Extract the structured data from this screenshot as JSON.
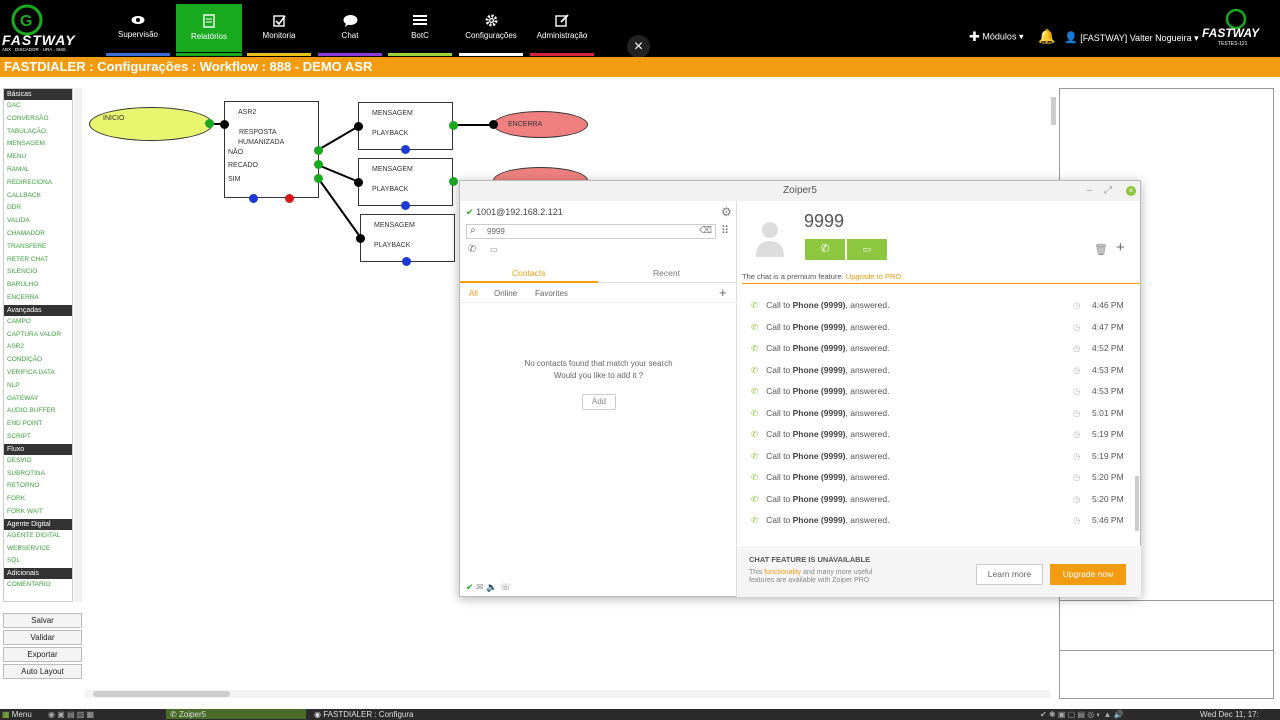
{
  "brand": {
    "logo_text": "FASTWAY",
    "tagline": "ABX · DISCADOR · URA · SMS",
    "right_logo": "FASTWAY",
    "right_tagline": "TESTES-121"
  },
  "nav": [
    {
      "label": "Supervisão",
      "icon": "eye-icon",
      "bar": "#3b6fd6"
    },
    {
      "label": "Relatórios",
      "icon": "document-icon",
      "bar": "#19a91f"
    },
    {
      "label": "Monitoria",
      "icon": "checkbox-icon",
      "bar": "#e8c21a"
    },
    {
      "label": "Chat",
      "icon": "chat-bubble-icon",
      "bar": "#8a3ad6"
    },
    {
      "label": "BotC",
      "icon": "list-icon",
      "bar": "#9ad63a"
    },
    {
      "label": "Configurações",
      "icon": "gear-icon",
      "bar": "#ffffff"
    },
    {
      "label": "Administração",
      "icon": "edit-icon",
      "bar": "#d6253a"
    }
  ],
  "header": {
    "modules": "Módulos",
    "user": "[FASTWAY] Valter Nogueira"
  },
  "page_title": "FASTDIALER : Configurações : Workflow : 888 - DEMO ASR",
  "palette": [
    {
      "group": "Básicas",
      "items": [
        "DAC",
        "CONVERSÃO",
        "TABULAÇÃO",
        "MENSAGEM",
        "MENU",
        "RAMAL",
        "REDIRECIONA",
        "CALLBACK",
        "DDR",
        "VALIDA",
        "CHAMADOR",
        "TRANSFERE",
        "RETER CHAT",
        "SILENCIO",
        "BARULHO",
        "ENCERRA"
      ]
    },
    {
      "group": "Avançadas",
      "items": [
        "CAMPO",
        "CAPTURA VALOR",
        "ASR2",
        "CONDIÇÃO",
        "VERIFICA DATA",
        "NLP",
        "GATEWAY",
        "AUDIO BUFFER",
        "END POINT",
        "SCRIPT"
      ]
    },
    {
      "group": "Fluxo",
      "items": [
        "DESVIO",
        "SUBROTINA",
        "RETORNO",
        "FORK",
        "FORK WAIT"
      ]
    },
    {
      "group": "Agente Digital",
      "items": [
        "AGENTE DIGITAL",
        "WEBSERVICE",
        "SQL"
      ]
    },
    {
      "group": "Adicionais",
      "items": [
        "COMENTARIO"
      ]
    }
  ],
  "actions": [
    "Salvar",
    "Validar",
    "Exportar",
    "Auto Layout"
  ],
  "workflow": {
    "inicio": "INICIO",
    "asr": {
      "title": "ASR2",
      "subtitle1": "RESPOSTA",
      "subtitle2": "HUMANIZADA",
      "out1": "NÃO",
      "out2": "RECADO",
      "out3": "SIM"
    },
    "msg_title": "MENSAGEM",
    "msg_sub": "PLAYBACK",
    "encerra": "ENCERRA"
  },
  "zoiper": {
    "title": "Zoiper5",
    "account": "1001@192.168.2.121",
    "search_value": "9999",
    "tabs": [
      "Contacts",
      "Recent"
    ],
    "filters": [
      "All",
      "Online",
      "Favorites"
    ],
    "empty1": "No contacts found that match your search",
    "empty2": "Would you like to add it ?",
    "add": "Add",
    "contact_name": "9999",
    "premium_text": "The chat is a premium feature.",
    "premium_link": "Upgrade to PRO.",
    "history_prefix": "Call to",
    "history_bold": "Phone (9999)",
    "history_suffix": ", answered.",
    "history_times": [
      "4:46 PM",
      "4:47 PM",
      "4:52 PM",
      "4:53 PM",
      "4:53 PM",
      "5:01 PM",
      "5:19 PM",
      "5:19 PM",
      "5:20 PM",
      "5:20 PM",
      "5:46 PM"
    ],
    "chat_unavail": "CHAT FEATURE IS UNAVAILABLE",
    "chat_line1_a": "This",
    "chat_line1_b": "functionality",
    "chat_line1_c": "and many more useful",
    "chat_line2": "features are available with Zoiper PRO",
    "learn_more": "Learn more",
    "upgrade_now": "Upgrade now"
  },
  "taskbar": {
    "menu": "Menu",
    "zoiper": "Zoiper5",
    "fastdialer": "FASTDIALER : Configura",
    "clock": "Wed Dec 11, 17:"
  },
  "colors": {
    "orange": "#f39c12",
    "green": "#19a91f",
    "zoiper_green": "#8dc63f",
    "zoiper_orange": "#f39c12"
  }
}
